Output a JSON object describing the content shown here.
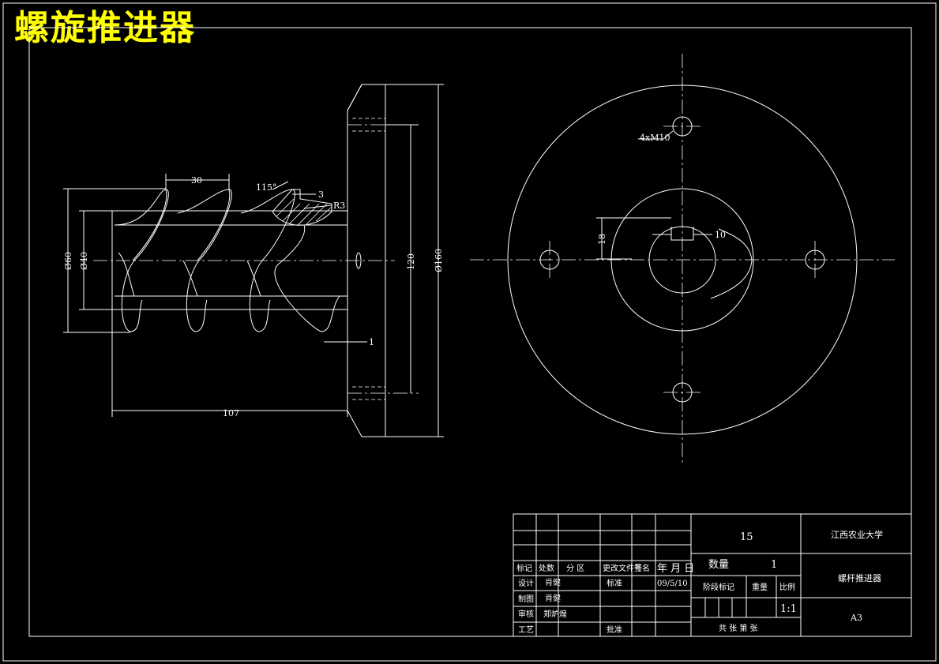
{
  "title": "螺旋推进器",
  "dimensions": {
    "pitch": "30",
    "angle": "115°",
    "chamfer": "3",
    "radius": "R3",
    "dia_outer": "Ø60",
    "dia_inner": "Ø40",
    "length": "107",
    "gap": "1",
    "bolt_circle": "120",
    "flange_dia": "Ø160",
    "holes": "4xM10",
    "key_height": "18",
    "key_width": "10"
  },
  "title_block": {
    "part_number": "15",
    "school": "江西农业大学",
    "drawing_name": "螺杆推进器",
    "paper": "A3",
    "qty_label": "数量",
    "qty": "1",
    "stage_label": "阶段标记",
    "weight_label": "重量",
    "scale_label": "比例",
    "scale": "1:1",
    "sheets": "共   张   第   张",
    "hdr_mark": "标记",
    "hdr_count": "处数",
    "hdr_zone": "分 区",
    "hdr_doc": "更改文件号",
    "hdr_sign": "签名",
    "hdr_date": "年 月 日",
    "design_label": "设计",
    "designer": "肖健",
    "standard_label": "标准",
    "date": "09/5/10",
    "draw_label": "制图",
    "drafter": "肖健",
    "review_label": "审核",
    "reviewer": "郑炉煌",
    "process_label": "工艺",
    "approve_label": "批准"
  }
}
